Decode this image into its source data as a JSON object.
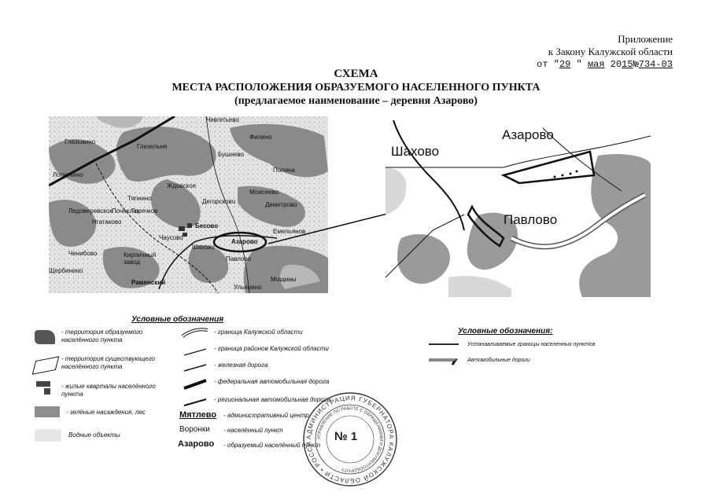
{
  "appendix": {
    "line1": "Приложение",
    "line2": "к Закону Калужской области",
    "line3_prefix": "от \"",
    "day": "29",
    "mid": " \" ",
    "month": "мая",
    "year_prefix": " 20",
    "year_suffix": "15",
    "num_sign": "№",
    "number": "734-03"
  },
  "title": {
    "line1": "СХЕМА",
    "line2": "МЕСТА РАСПОЛОЖЕНИЯ ОБРАЗУЕМОГО НАСЕЛЕННОГО ПУНКТА",
    "line3": "(предлагаемое наименование – деревня Азарово)"
  },
  "overview_map": {
    "labels": [
      "Чевгетьево",
      "Филино",
      "Глазыкино",
      "Глизельня",
      "Бушнево",
      "Поляна",
      "Лопаткино",
      "Ждовское",
      "Моисеево",
      "Тяпнино",
      "Дегорсково",
      "Деметрово",
      "Горячков",
      "Ледоверевское",
      "Почеклок",
      "Нгатаково",
      "Бесово",
      "Чаусово",
      "Емельянов",
      "Ченибово",
      "Кирпичный завод",
      "Шахово",
      "Азарово",
      "Павлово",
      "Щербинино",
      "Раменский",
      "Мощины",
      "Ульянино"
    ]
  },
  "detail_map": {
    "labels": [
      "Азарово",
      "Шахово",
      "Павлово"
    ]
  },
  "legend_left": {
    "heading": "Условные обозначения",
    "items": [
      {
        "id": "territory-new",
        "text": "- территория образуемого населённого пункта"
      },
      {
        "id": "territory-existing",
        "text": "- территория существующего населённого пункта"
      },
      {
        "id": "residential",
        "text": "- жилые кварталы населённого пункта"
      },
      {
        "id": "forest",
        "text": "- зелёные насаждения, лес"
      },
      {
        "id": "water",
        "text": "Водные объекты"
      }
    ],
    "lines": [
      {
        "id": "region-border",
        "text": "- граница Калужской области"
      },
      {
        "id": "district-border",
        "text": "- граница районов Калужской области"
      },
      {
        "id": "railway",
        "text": "- железная дорога"
      },
      {
        "id": "federal-road",
        "text": "- федеральная автомобильная дорога"
      },
      {
        "id": "regional-road",
        "text": "- региональная автомобильная дорога"
      }
    ],
    "places": [
      {
        "name": "Мятлево",
        "text": "- административный центр"
      },
      {
        "name": "Воронки",
        "text": "- населённый пункт"
      },
      {
        "name": "Азарово",
        "text": "- образуемый населённый пункт"
      }
    ]
  },
  "legend_right": {
    "heading": "Условные обозначения:",
    "items": [
      {
        "text": "Устанавливаемые границы населенных пунктов"
      },
      {
        "text": "Автомобильные дороги"
      }
    ]
  },
  "stamp": {
    "outer_text": "АДМИНИСТРАЦИЯ ГУБЕРНАТОРА КАЛУЖСКОЙ ОБЛАСТИ • РОССИЙСКАЯ ФЕДЕРАЦИЯ •",
    "inner_text": "УПРАВЛЕНИЕ ПО РАБОТЕ С ОБРАЩЕНИЯМИ И ДОКУМЕНТООБОРОТУ",
    "number": "№ 1"
  },
  "colors": {
    "ink": "#111111",
    "forest": "#8e8e8e",
    "forest_dark": "#6a6a6a",
    "water": "#d6d6d6",
    "paper": "#ffffff"
  }
}
